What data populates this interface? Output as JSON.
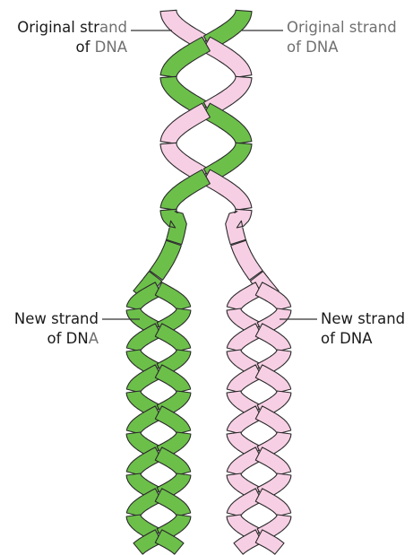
{
  "labels": {
    "top_left": {
      "line1": "Original",
      "line1b": "str",
      "line1c": "and",
      "line2a": "of",
      "line2b": "DNA"
    },
    "top_right": {
      "line1": "Original strand",
      "line2a": "of",
      "line2b": "DNA"
    },
    "bottom_left": {
      "line1": "New strand",
      "line2a": "of",
      "line2b": "DN",
      "line2c": "A"
    },
    "bottom_right": {
      "line1": "New strand",
      "line2a": "of",
      "line2b": "DNA"
    }
  },
  "colors": {
    "green": "#6cc04a",
    "pink": "#f7cfe4",
    "outline": "#2a2a2a",
    "leader": "#333333"
  }
}
